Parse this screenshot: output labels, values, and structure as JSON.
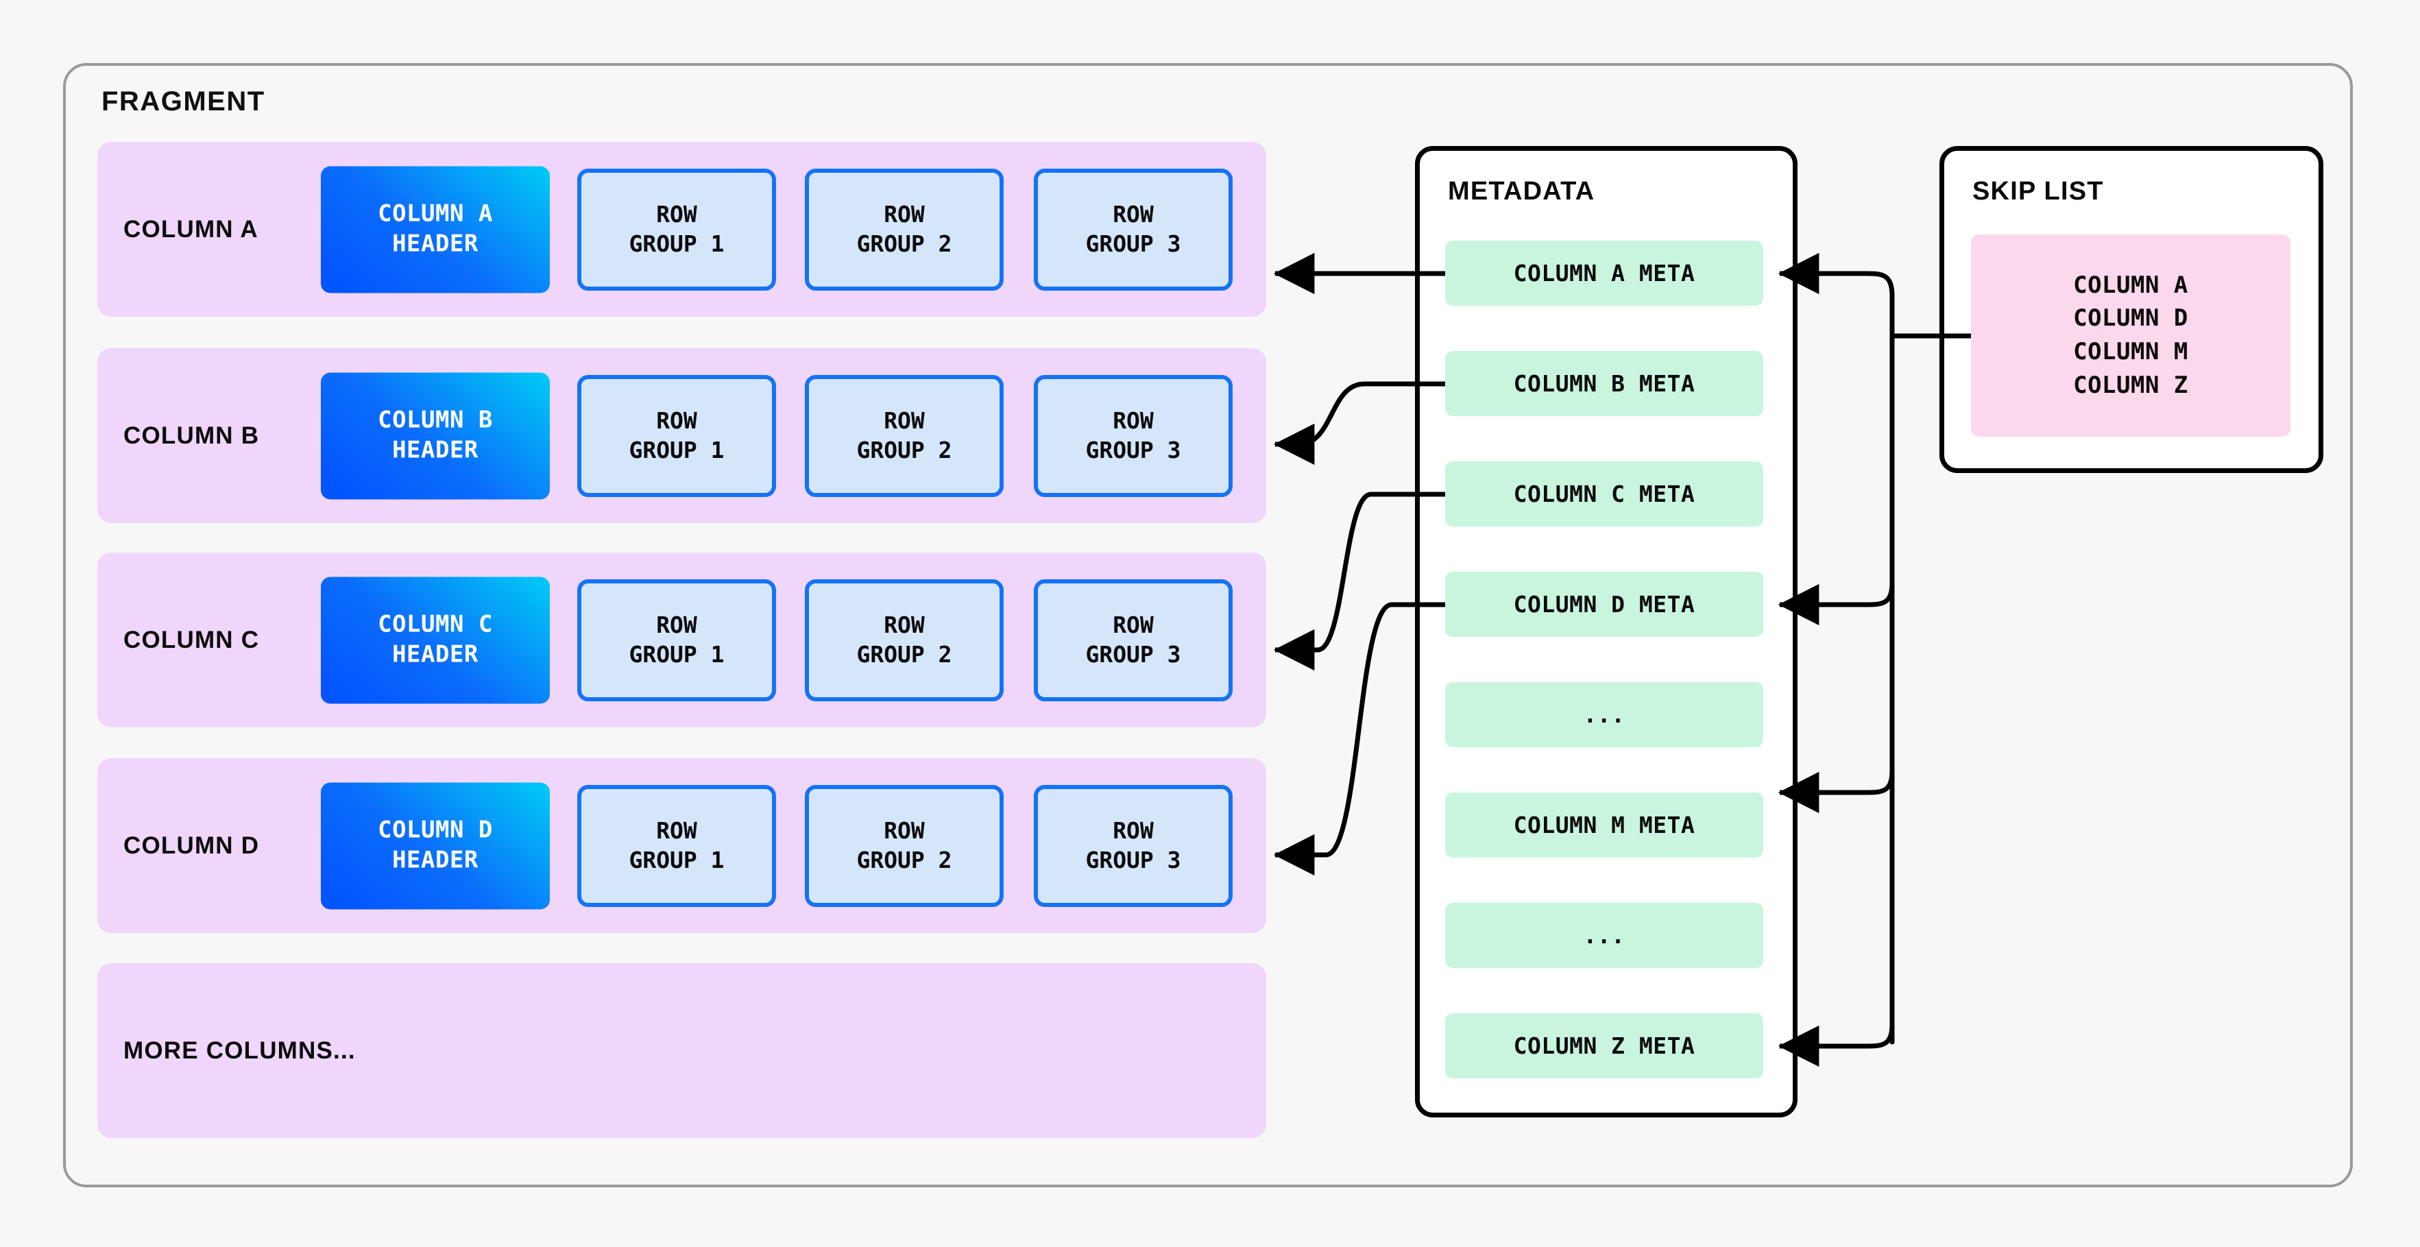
{
  "fragment": {
    "title": "FRAGMENT",
    "rows": [
      {
        "label": "COLUMN A",
        "header": "COLUMN A\nHEADER",
        "row_groups": [
          "ROW\nGROUP 1",
          "ROW\nGROUP 2",
          "ROW\nGROUP 3"
        ]
      },
      {
        "label": "COLUMN B",
        "header": "COLUMN B\nHEADER",
        "row_groups": [
          "ROW\nGROUP 1",
          "ROW\nGROUP 2",
          "ROW\nGROUP 3"
        ]
      },
      {
        "label": "COLUMN C",
        "header": "COLUMN C\nHEADER",
        "row_groups": [
          "ROW\nGROUP 1",
          "ROW\nGROUP 2",
          "ROW\nGROUP 3"
        ]
      },
      {
        "label": "COLUMN D",
        "header": "COLUMN D\nHEADER",
        "row_groups": [
          "ROW\nGROUP 1",
          "ROW\nGROUP 2",
          "ROW\nGROUP 3"
        ]
      }
    ],
    "more_columns_label": "MORE COLUMNS..."
  },
  "metadata": {
    "title": "METADATA",
    "items": [
      "COLUMN A META",
      "COLUMN B META",
      "COLUMN C META",
      "COLUMN D META",
      "...",
      "COLUMN M META",
      "...",
      "COLUMN Z META"
    ]
  },
  "skip_list": {
    "title": "SKIP LIST",
    "entries": [
      "COLUMN A",
      "COLUMN D",
      "COLUMN M",
      "COLUMN Z"
    ]
  },
  "colors": {
    "page_background": "#f7f7f7",
    "fragment_border": "#9a9a9a",
    "column_band": "#f0d6fb",
    "header_gradient_start": "#0052ff",
    "header_gradient_end": "#00ccf5",
    "row_group_fill": "#d5e6fb",
    "row_group_border": "#1473f5",
    "metadata_item_fill": "#c9f5df",
    "skip_list_fill": "#fcd8ec",
    "panel_border": "#000000",
    "connector": "#000000"
  }
}
